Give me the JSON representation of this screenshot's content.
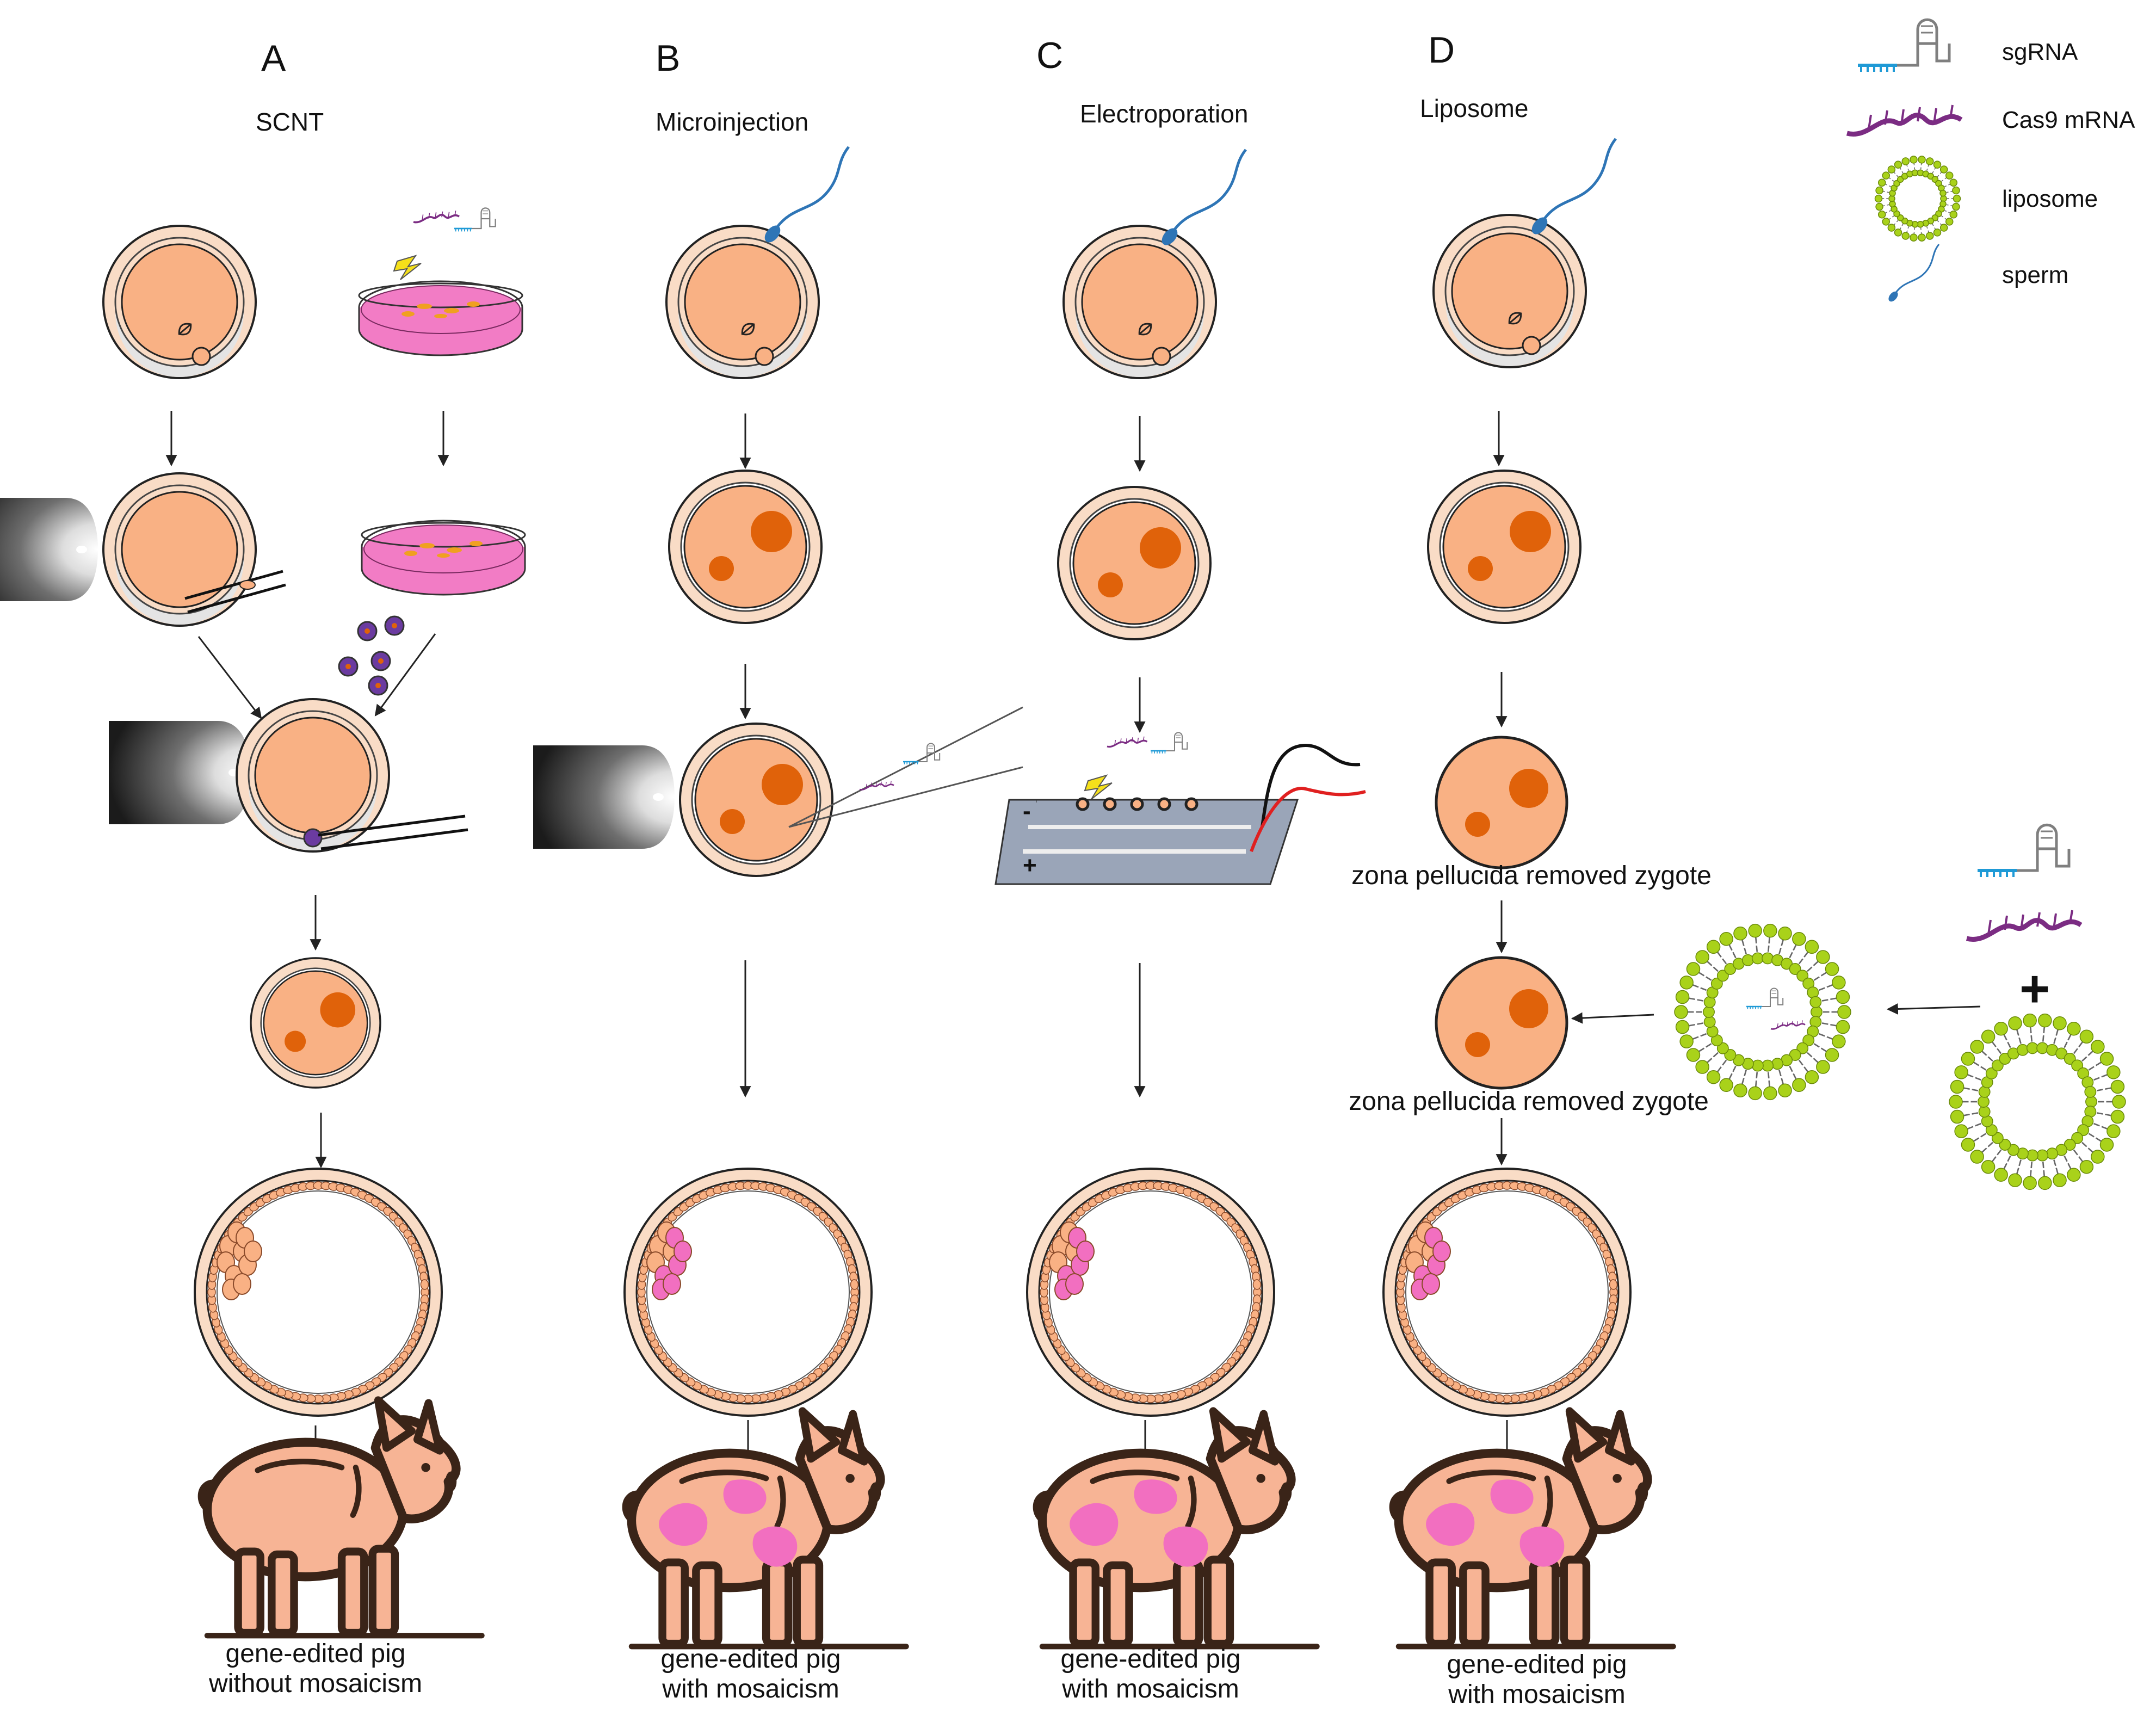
{
  "columns": [
    {
      "letter": "A",
      "title": "SCNT",
      "caption_line1": "gene-edited pig",
      "caption_line2": "without mosaicism"
    },
    {
      "letter": "B",
      "title": "Microinjection",
      "caption_line1": "gene-edited pig",
      "caption_line2": "with mosaicism"
    },
    {
      "letter": "C",
      "title": "Electroporation",
      "caption_line1": "gene-edited pig",
      "caption_line2": "with mosaicism"
    },
    {
      "letter": "D",
      "title": "Liposome",
      "caption_line1": "gene-edited pig",
      "caption_line2": "with mosaicism"
    }
  ],
  "legend": [
    {
      "icon": "sgrna-icon",
      "label": "sgRNA"
    },
    {
      "icon": "cas9-mrna-icon",
      "label": "Cas9 mRNA"
    },
    {
      "icon": "liposome-icon",
      "label": "liposome"
    },
    {
      "icon": "sperm-icon",
      "label": "sperm"
    }
  ],
  "liposome_labels": {
    "zp_removed_1": "zona pellucida removed zygote",
    "zp_removed_2": "zona pellucida removed zygote"
  },
  "electroporation_signs": {
    "minus": "-",
    "plus": "+"
  },
  "combine_symbol": "+",
  "colors": {
    "cytoplasm": "#f9b184",
    "zona": "#f9dcc6",
    "pronucleus": "#e0620a",
    "pig_body": "#f7b495",
    "mosaic_patch": "#f26fc0",
    "dish_media": "#f27cc5",
    "sperm": "#2e75b6",
    "sgrna_stem": "#7f7f7f",
    "sgrna_spacer": "#1f9ad6",
    "cas9": "#7b2c83",
    "liposome_head": "#a9d21a",
    "electrode_neg": "#111111",
    "electrode_pos": "#e02020",
    "arrow": "#222222",
    "pipette": "#2a2a2a"
  }
}
